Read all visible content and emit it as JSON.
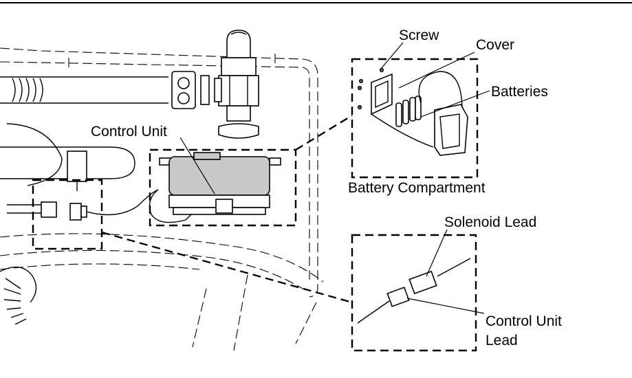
{
  "labels": {
    "screw": "Screw",
    "cover": "Cover",
    "batteries": "Batteries",
    "control_unit": "Control Unit",
    "battery_compartment": "Battery Compartment",
    "solenoid_lead": "Solenoid Lead",
    "control_unit_lead_line1": "Control Unit",
    "control_unit_lead_line2": "Lead"
  }
}
